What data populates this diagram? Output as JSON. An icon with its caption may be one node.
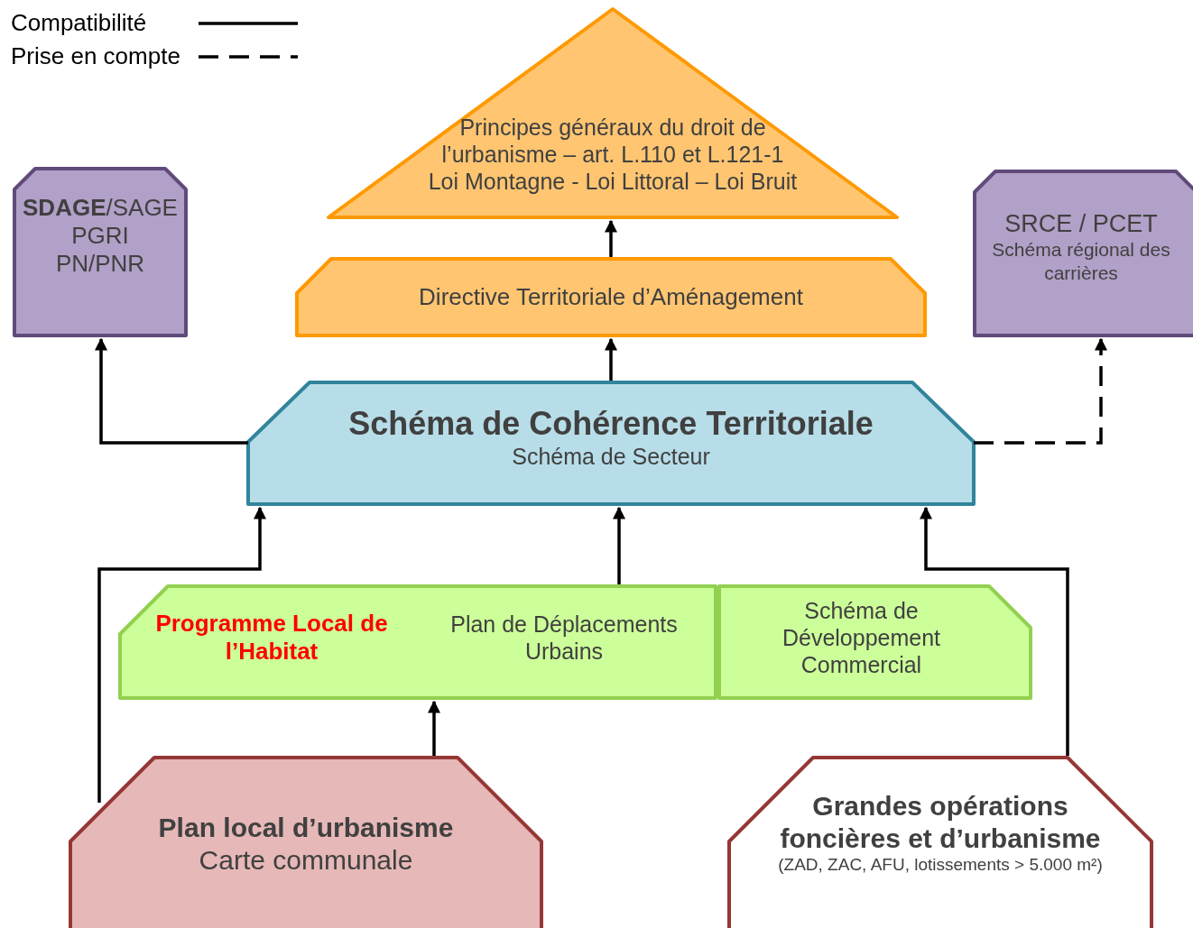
{
  "diagram": {
    "nodes": [
      {
        "text": [
          "Principes généraux du droit de l’urbanisme – art. L.110 et L.121-1",
          "Loi Montagne - Loi Littoral – Loi Bruit"
        ]
      },
      {
        "text": [
          "Directive Territoriale d’Aménagement"
        ]
      },
      {
        "text": [
          "**SDAGE**/SAGE",
          "PGRI",
          "PN/PNR"
        ]
      },
      {
        "text": [
          "SRCE / PCET",
          "Schéma régional des carrières"
        ]
      },
      {
        "text": [
          "Schéma de Cohérence Territoriale",
          "Schéma de Secteur"
        ]
      },
      {
        "text": [
          "Programme Local de l’Habitat",
          "Plan de Déplacements Urbains"
        ]
      },
      {
        "text": [
          "Schéma de Développement Commercial"
        ]
      },
      {
        "text": [
          "Plan local d’urbanisme",
          "Carte communale"
        ]
      },
      {
        "text": [
          "Grandes opérations foncières et d’urbanisme",
          "(ZAD, ZAC, AFU, lotissements > 5.000 m²)"
        ]
      }
    ],
    "edges": [
      {
        "from": 1,
        "to": 0,
        "arrow": "to"
      },
      {
        "from": 4,
        "to": 1,
        "arrow": "to"
      },
      {
        "from": 4,
        "to": 2,
        "arrow": "to"
      },
      {
        "from": 4,
        "to": 3,
        "arrow": "to",
        "style": "dashed"
      },
      {
        "from": 5,
        "to": 4,
        "arrow": "to"
      },
      {
        "from": 7,
        "to": 5,
        "arrow": "to"
      },
      {
        "from": 7,
        "to": 4,
        "arrow": "to"
      },
      {
        "from": 8,
        "to": 4,
        "arrow": "to"
      }
    ],
    "legend": [
      {
        "text": "Compatibilité"
      },
      {
        "text": "Prise en compte"
      }
    ]
  }
}
